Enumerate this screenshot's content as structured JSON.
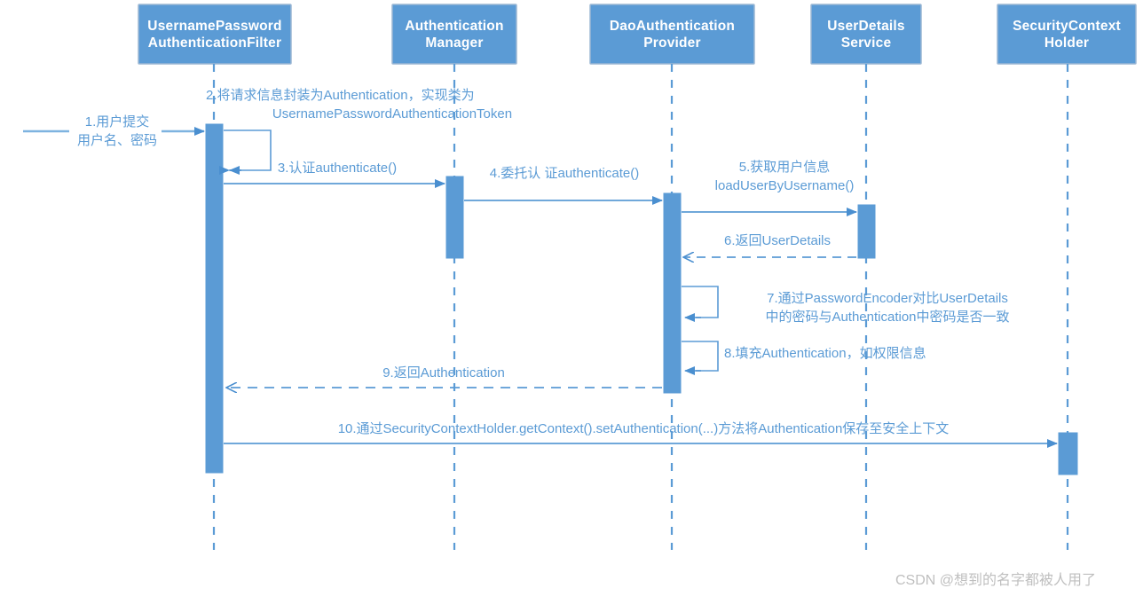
{
  "diagram": {
    "type": "uml-sequence-diagram",
    "colors": {
      "participant_fill": "#5b9bd5",
      "participant_border": "#9bb7d4",
      "participant_text": "#ffffff",
      "lifeline": "#5b9bd5",
      "activation_fill": "#5b9bd5",
      "message_line": "#5b9bd5",
      "message_text": "#5b9bd5",
      "self_call_border": "#5b9bd5",
      "watermark_text": "#bfbfbf",
      "background": "#ffffff"
    },
    "participants": [
      {
        "id": "filter",
        "line1": "UsernamePassword",
        "line2": "AuthenticationFilter"
      },
      {
        "id": "manager",
        "line1": "Authentication",
        "line2": "Manager"
      },
      {
        "id": "provider",
        "line1": "DaoAuthentication",
        "line2": "Provider"
      },
      {
        "id": "userdetails",
        "line1": "UserDetails",
        "line2": "Service"
      },
      {
        "id": "context",
        "line1": "SecurityContext",
        "line2": "Holder"
      }
    ],
    "messages": [
      {
        "num": "1",
        "kind": "found-message",
        "arrow": "solid",
        "line1": "1.用户提交",
        "line2": "用户名、密码",
        "from": "actor",
        "to": "filter"
      },
      {
        "num": "2",
        "kind": "self-call",
        "arrow": "solid",
        "line1": "2.将请求信息封装为Authentication，实现类为",
        "line2": "UsernamePasswordAuthenticationToken",
        "from": "filter",
        "to": "filter"
      },
      {
        "num": "3",
        "kind": "call",
        "arrow": "solid",
        "line1": "3.认证authenticate()",
        "line2": "",
        "from": "filter",
        "to": "manager"
      },
      {
        "num": "4",
        "kind": "call",
        "arrow": "solid",
        "line1": "4.委托认 证authenticate()",
        "line2": "",
        "from": "manager",
        "to": "provider"
      },
      {
        "num": "5",
        "kind": "call",
        "arrow": "solid",
        "line1": "5.获取用户信息",
        "line2": "loadUserByUsername()",
        "from": "provider",
        "to": "userdetails"
      },
      {
        "num": "6",
        "kind": "return",
        "arrow": "dashed",
        "line1": "6.返回UserDetails",
        "line2": "",
        "from": "userdetails",
        "to": "provider"
      },
      {
        "num": "7",
        "kind": "self-call",
        "arrow": "solid",
        "line1": "7.通过PasswordEncoder对比UserDetails",
        "line2": "中的密码与Authentication中密码是否一致",
        "from": "provider",
        "to": "provider"
      },
      {
        "num": "8",
        "kind": "self-call",
        "arrow": "solid",
        "line1": "8.填充Authentication，如权限信息",
        "line2": "",
        "from": "provider",
        "to": "provider"
      },
      {
        "num": "9",
        "kind": "return",
        "arrow": "dashed",
        "line1": "9.返回Authentication",
        "line2": "",
        "from": "provider",
        "to": "filter"
      },
      {
        "num": "10",
        "kind": "call",
        "arrow": "solid",
        "line1": "10.通过SecurityContextHolder.getContext().setAuthentication(...)方法将Authentication保存至安全上下文",
        "line2": "",
        "from": "filter",
        "to": "context"
      }
    ],
    "watermark": "CSDN @想到的名字都被人用了"
  }
}
